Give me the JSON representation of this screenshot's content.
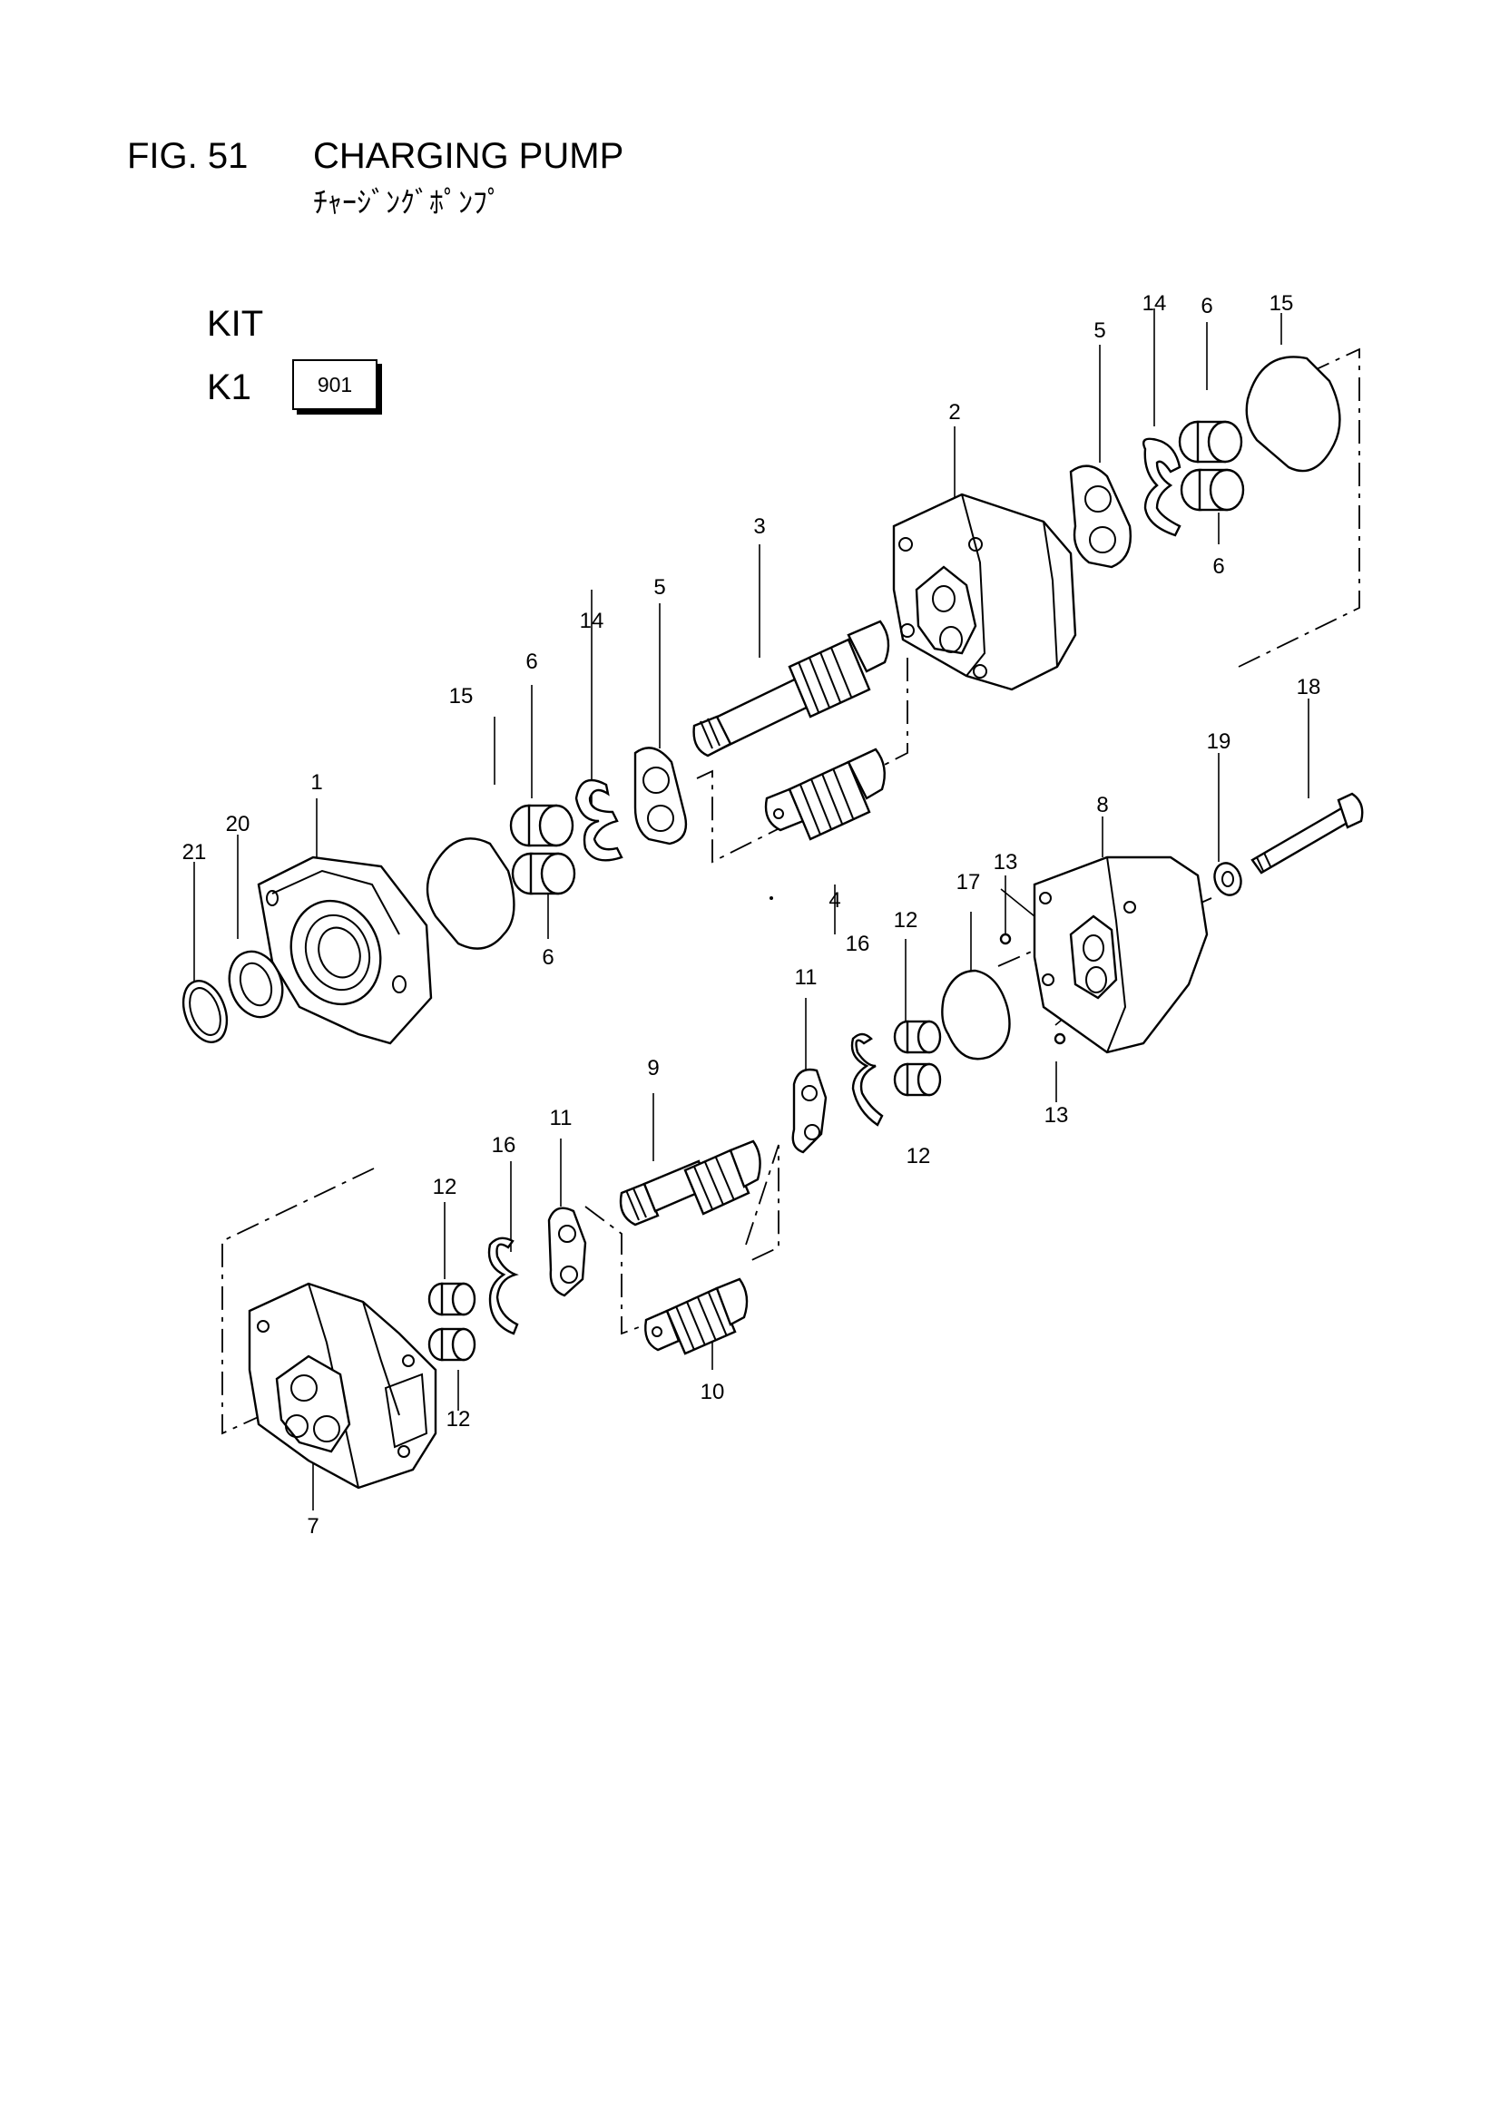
{
  "figure": {
    "number": "FIG. 51",
    "title": "CHARGING PUMP",
    "title_jp": "ﾁｬｰｼﾞﾝｸﾞﾎﾟﾝﾌﾟ"
  },
  "kit": {
    "heading": "KIT",
    "rows": [
      {
        "code": "K1",
        "box": "901"
      }
    ]
  },
  "callouts": {
    "c1": "1",
    "c2": "2",
    "c3": "3",
    "c4": "4",
    "c5a": "5",
    "c5b": "5",
    "c6a": "6",
    "c6b": "6",
    "c6c": "6",
    "c6d": "6",
    "c7": "7",
    "c8": "8",
    "c9": "9",
    "c10": "10",
    "c11a": "11",
    "c11b": "11",
    "c12a": "12",
    "c12b": "12",
    "c12c": "12",
    "c12d": "12",
    "c13a": "13",
    "c13b": "13",
    "c14a": "14",
    "c14b": "14",
    "c15a": "15",
    "c15b": "15",
    "c16a": "16",
    "c16b": "16",
    "c17": "17",
    "c18": "18",
    "c19": "19",
    "c20": "20",
    "c21": "21"
  }
}
